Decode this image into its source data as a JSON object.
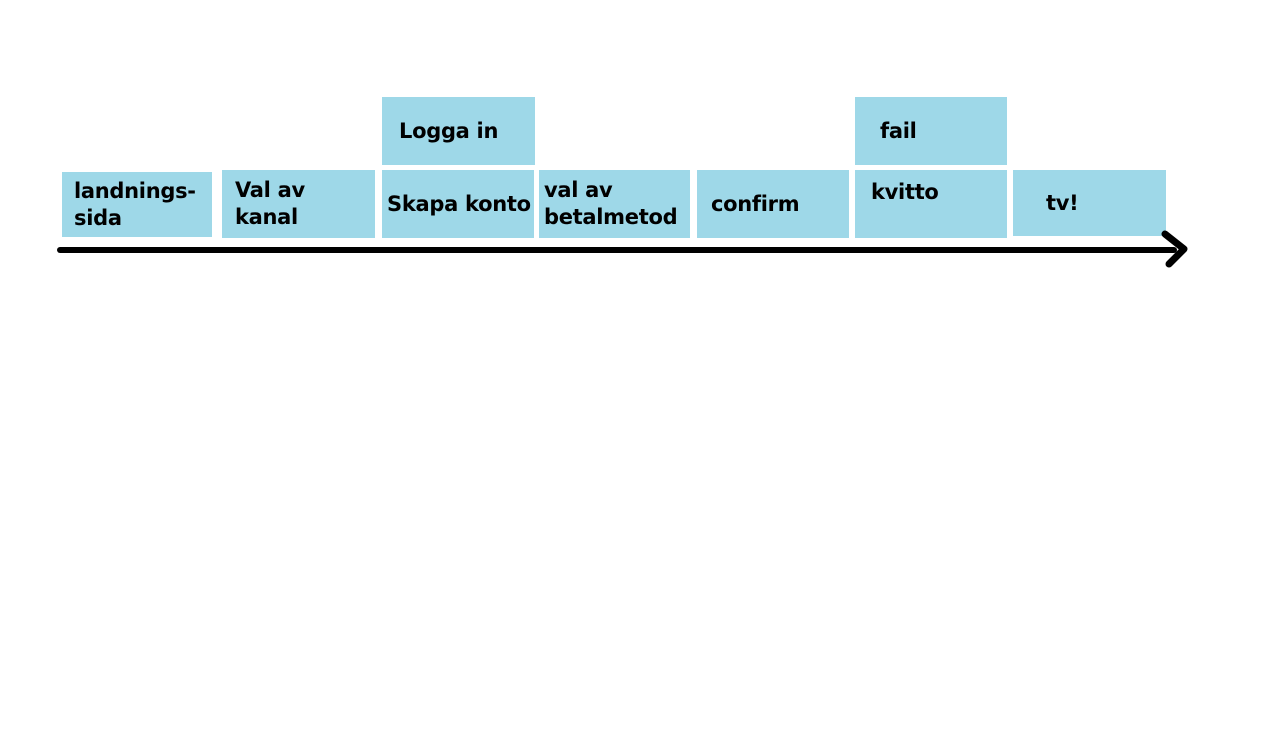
{
  "diagram": {
    "steps": [
      {
        "label": "landnings-\nsida"
      },
      {
        "label": "Val av\nkanal"
      },
      {
        "label": "Skapa konto"
      },
      {
        "label": "val av\nbetalmetod"
      },
      {
        "label": "confirm"
      },
      {
        "label": "kvitto"
      },
      {
        "label": "tv!"
      }
    ],
    "branches": [
      {
        "label": "Logga in"
      },
      {
        "label": "fail"
      }
    ],
    "colors": {
      "box_fill": "#9ed8e8",
      "text": "#000000",
      "arrow": "#000000",
      "background": "#ffffff"
    }
  }
}
